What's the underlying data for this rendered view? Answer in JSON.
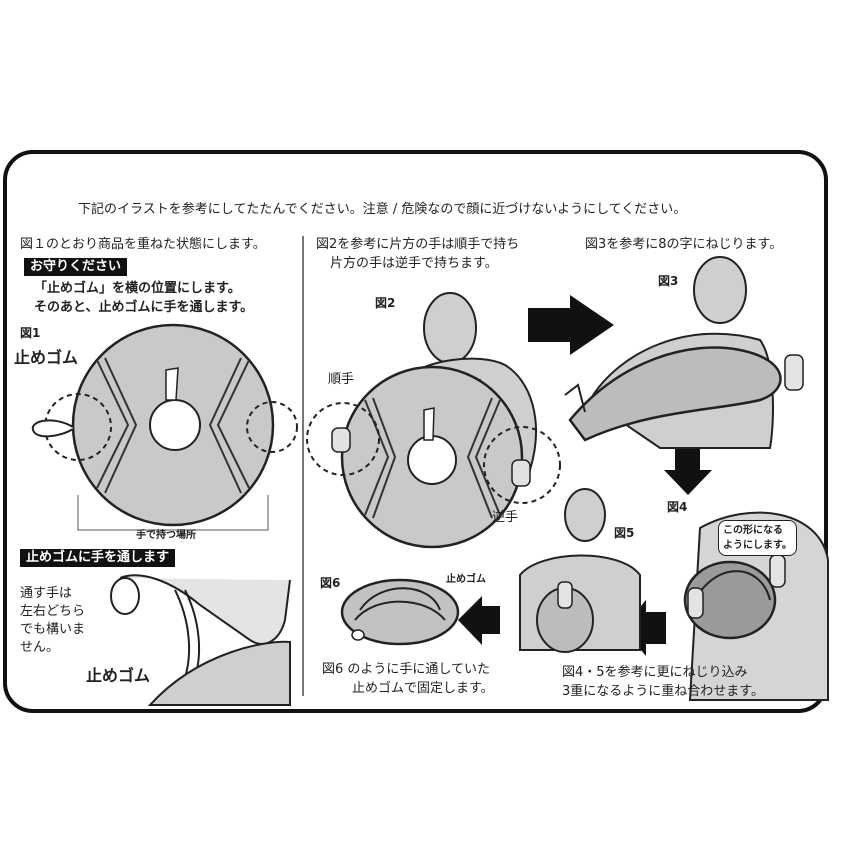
{
  "header_note": "下記のイラストを参考にしてたたんでください。注意 / 危険なので顔に近づけないようにしてください。",
  "step1": {
    "instruction": "図１のとおり商品を重ねた状態にします。",
    "badge": "お守りください",
    "note_line1": "「止めゴム」を横の位置にします。",
    "note_line2": "そのあと、止めゴムに手を通します。",
    "fig_label": "図1",
    "band_label": "止めゴム",
    "grip_label": "手で持つ場所"
  },
  "step1b": {
    "badge": "止めゴムに手を通します",
    "note_lines": [
      "通す手は",
      "左右どちら",
      "でも構いま",
      "せん。"
    ],
    "band_label": "止めゴム"
  },
  "step2": {
    "line1": "図2を参考に片方の手は順手で持ち",
    "line2": "片方の手は逆手で持ちます。",
    "fig_label": "図2",
    "forehand_label": "順手",
    "backhand_label": "逆手"
  },
  "step3": {
    "instruction": "図3を参考に8の字にねじります。",
    "fig_label": "図3"
  },
  "step4": {
    "fig_label": "図4",
    "bubble_line1": "この形になる",
    "bubble_line2": "ようにします。"
  },
  "step5": {
    "fig_label": "図5",
    "line1": "図4・5を参考に更にねじり込み",
    "line2": "3重になるように重ね合わせます。"
  },
  "step6": {
    "fig_label": "図6",
    "band_label": "止めゴム",
    "line1": "図6 のように手に通していた",
    "line2": "止めゴムで固定します。"
  }
}
